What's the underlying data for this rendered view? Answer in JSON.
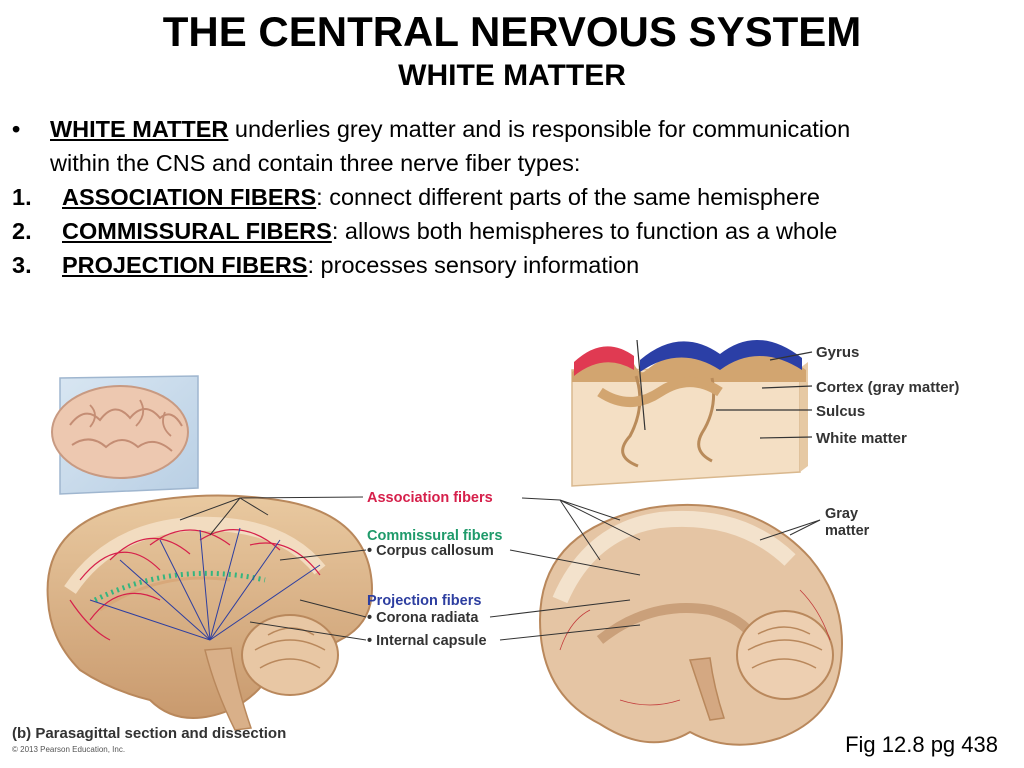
{
  "slide": {
    "title": "THE CENTRAL NERVOUS SYSTEM",
    "subtitle": "WHITE MATTER"
  },
  "body": {
    "bullet": {
      "marker": "•",
      "term": "WHITE MATTER",
      "line1_rest": " underlies grey matter and is responsible for communication",
      "line2": "within the CNS and contain three nerve fiber types:"
    },
    "items": [
      {
        "number": "1.",
        "term": "ASSOCIATION FIBERS",
        "text": ": connect different parts of the same hemisphere"
      },
      {
        "number": "2.",
        "term": "COMMISSURAL FIBERS",
        "text": ": allows both hemispheres to function as a whole"
      },
      {
        "number": "3.",
        "term": "PROJECTION FIBERS",
        "text": ": processes sensory information"
      }
    ]
  },
  "figure": {
    "labels": {
      "gyrus": "Gyrus",
      "cortex": "Cortex (gray matter)",
      "sulcus": "Sulcus",
      "white_matter": "White matter",
      "association_fibers": "Association fibers",
      "commissural_fibers": "Commissural fibers",
      "corpus_callosum": "• Corpus callosum",
      "projection_fibers": "Projection fibers",
      "corona_radiata": "• Corona radiata",
      "internal_capsule": "• Internal capsule",
      "gray_matter_line1": "Gray",
      "gray_matter_line2": "matter"
    },
    "caption": "(b) Parasagittal section and dissection",
    "copyright": "© 2013 Pearson Education, Inc.",
    "colors": {
      "association": "#d6204b",
      "commissural": "#1f9a6a",
      "projection": "#2d3ea0",
      "gyrus_blue": "#2b3fa6",
      "gyrus_red": "#e03a52"
    }
  },
  "footer": {
    "fig_ref": "Fig 12.8 pg 438"
  }
}
